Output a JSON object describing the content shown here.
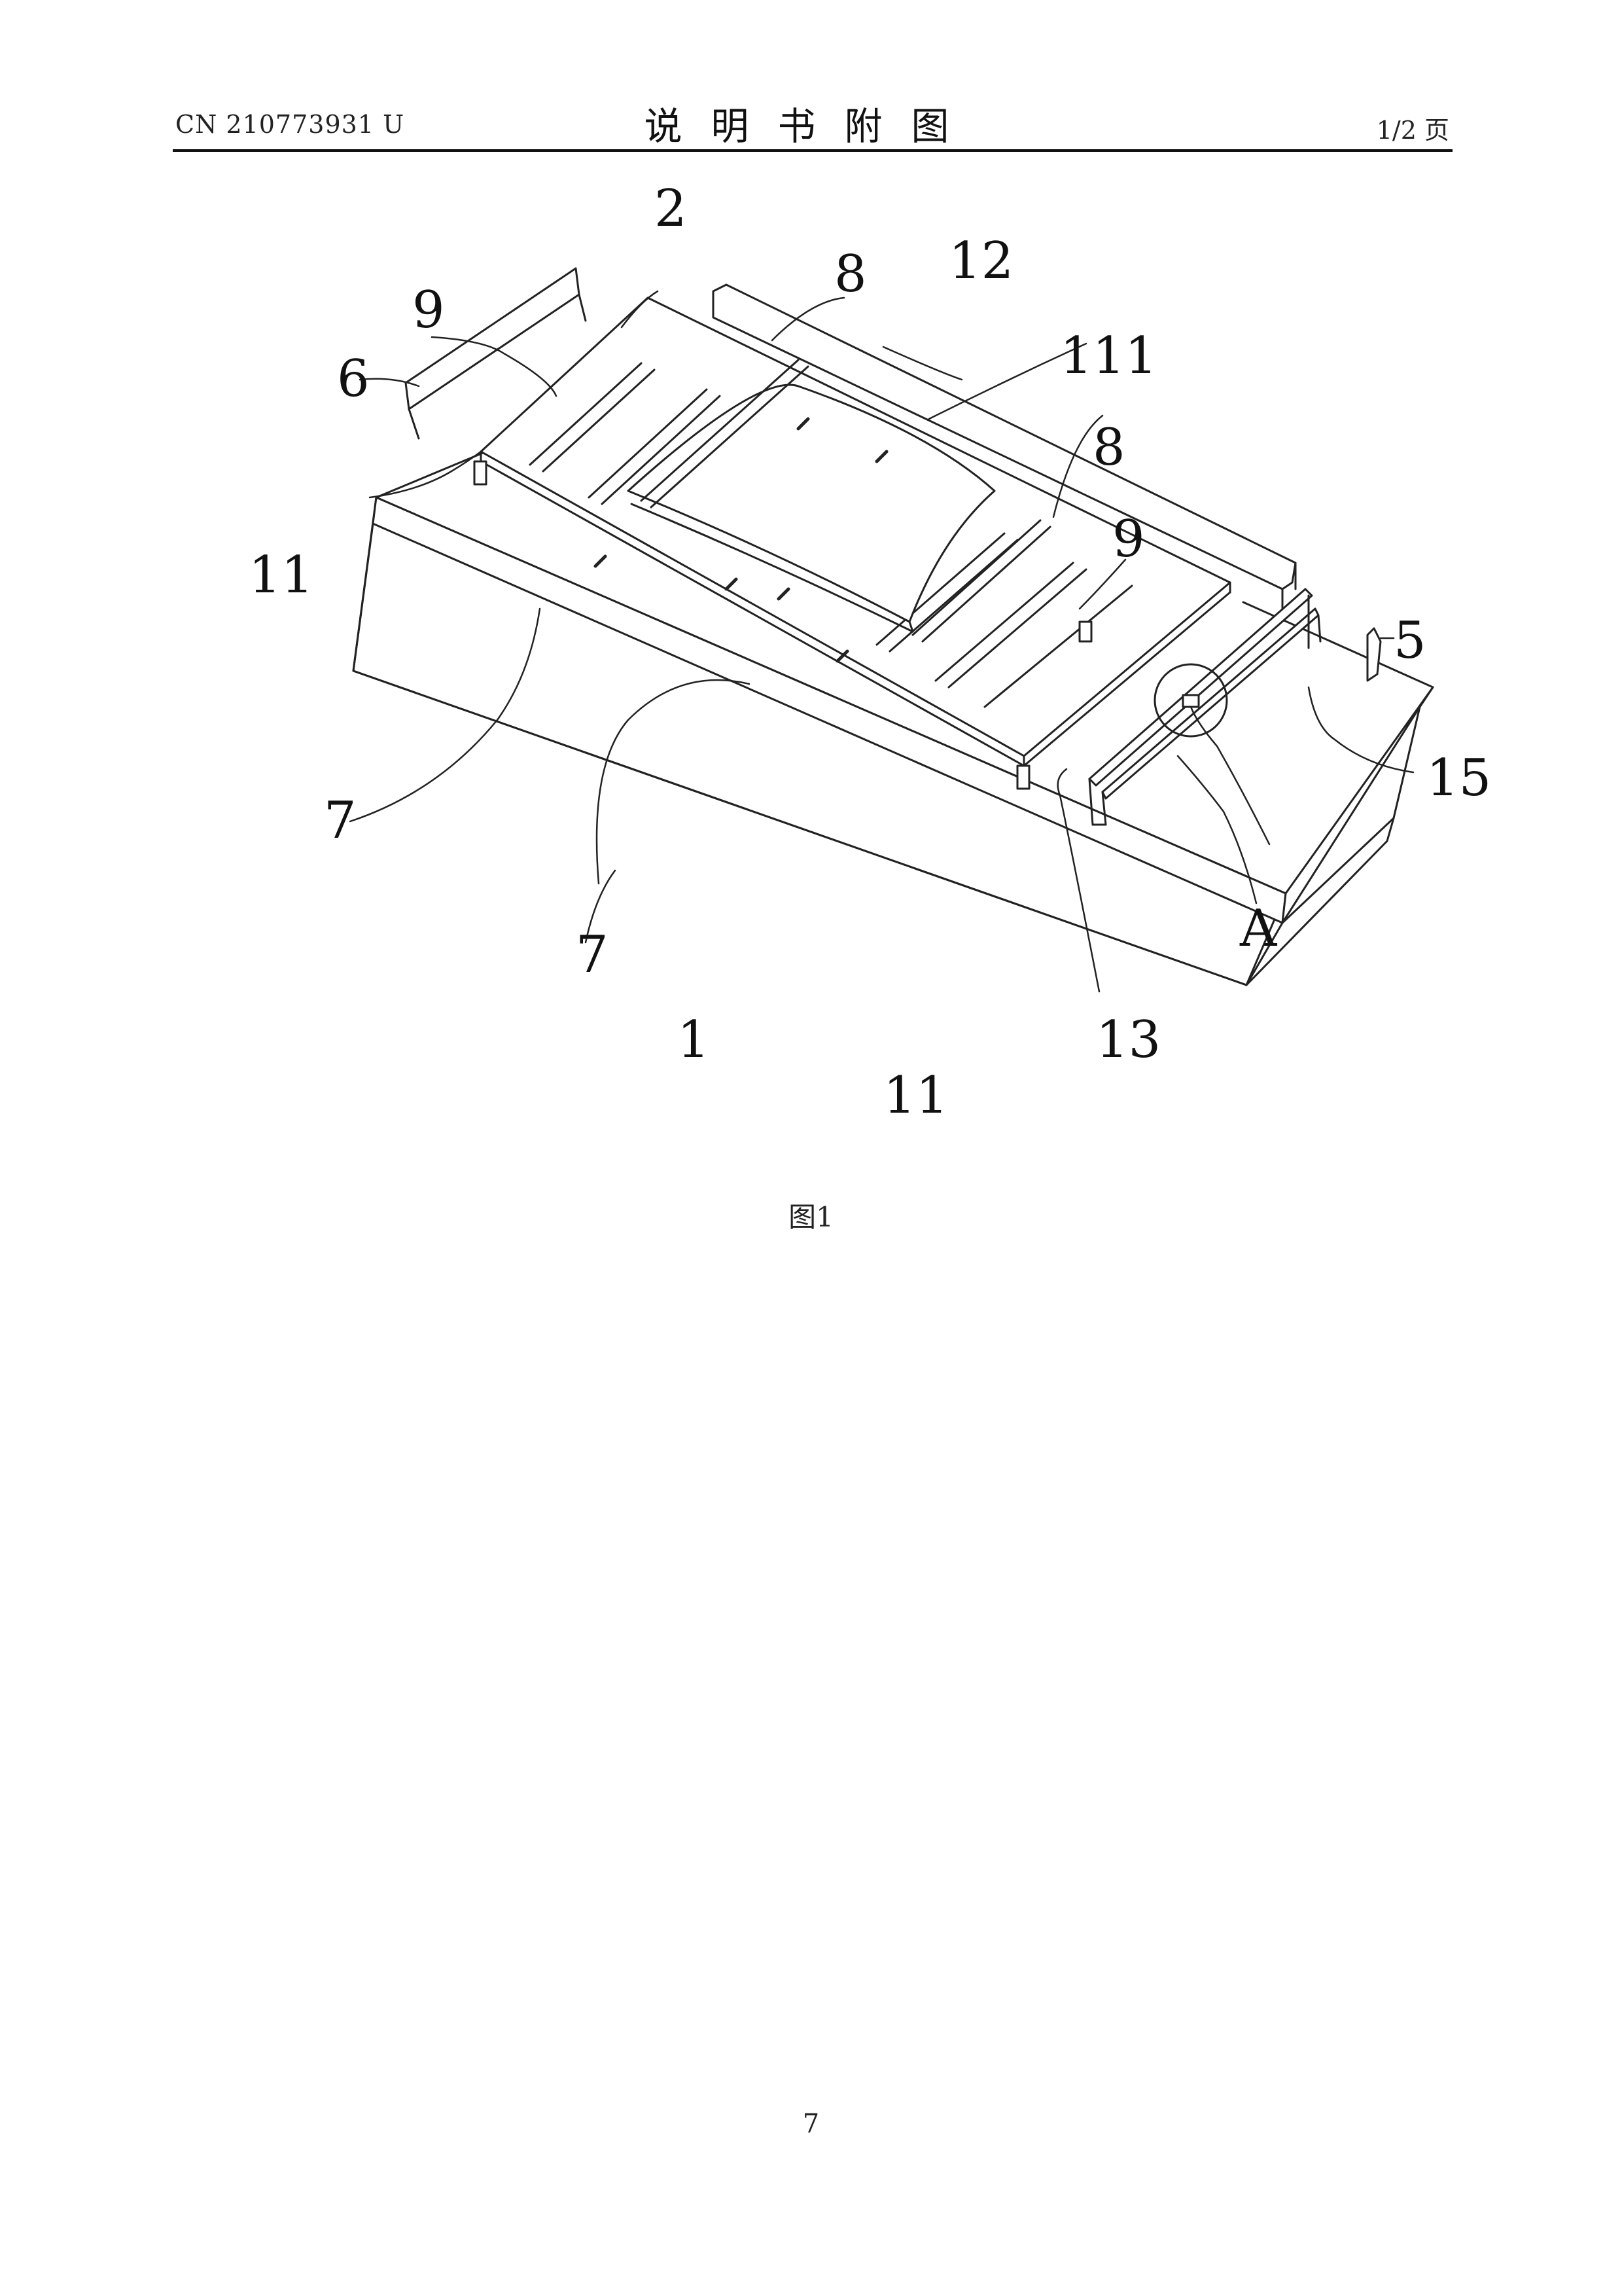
{
  "header": {
    "patent_number": "CN 210773931 U",
    "title": "说明书附图",
    "page_of": "1/2 页"
  },
  "figure": {
    "caption": "图1",
    "labels": {
      "l1": "1",
      "l2": "2",
      "l5": "5",
      "l6": "6",
      "l7a": "7",
      "l7b": "7",
      "l8a": "8",
      "l8b": "8",
      "l9a": "9",
      "l9b": "9",
      "l11a": "11",
      "l11b": "11",
      "l12": "12",
      "l13": "13",
      "l15": "15",
      "l111": "111",
      "lA": "A"
    }
  },
  "footer": {
    "page_number": "7"
  }
}
